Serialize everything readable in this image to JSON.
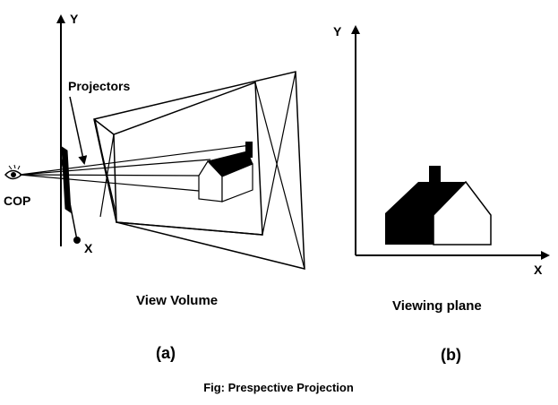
{
  "left_figure": {
    "axis_y_label": "Y",
    "axis_x_label": "X",
    "projectors_label": "Projectors",
    "cop_label": "COP",
    "caption": "View Volume",
    "sublabel": "(a)"
  },
  "right_figure": {
    "axis_y_label": "Y",
    "axis_x_label": "X",
    "caption": "Viewing plane",
    "sublabel": "(b)"
  },
  "figure_caption": "Fig: Prespective Projection",
  "colors": {
    "ink": "#000000",
    "background": "#ffffff"
  },
  "icons": {
    "eye": "eye-icon"
  }
}
